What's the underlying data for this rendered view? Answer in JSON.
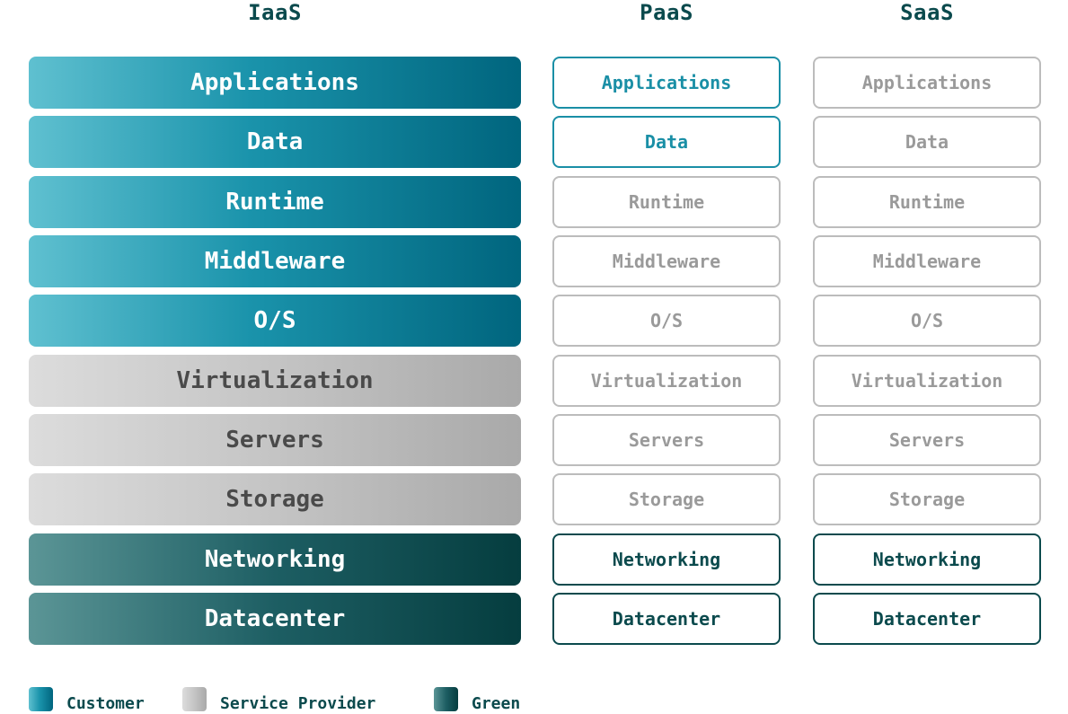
{
  "columns": [
    {
      "title": "IaaS",
      "style": "filled",
      "layers": [
        {
          "label": "Applications",
          "type": "customer"
        },
        {
          "label": "Data",
          "type": "customer"
        },
        {
          "label": "Runtime",
          "type": "customer"
        },
        {
          "label": "Middleware",
          "type": "customer"
        },
        {
          "label": "O/S",
          "type": "customer"
        },
        {
          "label": "Virtualization",
          "type": "provider"
        },
        {
          "label": "Servers",
          "type": "provider"
        },
        {
          "label": "Storage",
          "type": "provider"
        },
        {
          "label": "Networking",
          "type": "green"
        },
        {
          "label": "Datacenter",
          "type": "green"
        }
      ]
    },
    {
      "title": "PaaS",
      "style": "outline",
      "layers": [
        {
          "label": "Applications",
          "type": "customer"
        },
        {
          "label": "Data",
          "type": "customer"
        },
        {
          "label": "Runtime",
          "type": "provider"
        },
        {
          "label": "Middleware",
          "type": "provider"
        },
        {
          "label": "O/S",
          "type": "provider"
        },
        {
          "label": "Virtualization",
          "type": "provider"
        },
        {
          "label": "Servers",
          "type": "provider"
        },
        {
          "label": "Storage",
          "type": "provider"
        },
        {
          "label": "Networking",
          "type": "green"
        },
        {
          "label": "Datacenter",
          "type": "green"
        }
      ]
    },
    {
      "title": "SaaS",
      "style": "outline",
      "layers": [
        {
          "label": "Applications",
          "type": "provider"
        },
        {
          "label": "Data",
          "type": "provider"
        },
        {
          "label": "Runtime",
          "type": "provider"
        },
        {
          "label": "Middleware",
          "type": "provider"
        },
        {
          "label": "O/S",
          "type": "provider"
        },
        {
          "label": "Virtualization",
          "type": "provider"
        },
        {
          "label": "Servers",
          "type": "provider"
        },
        {
          "label": "Storage",
          "type": "provider"
        },
        {
          "label": "Networking",
          "type": "green"
        },
        {
          "label": "Datacenter",
          "type": "green"
        }
      ]
    }
  ],
  "legend": [
    {
      "label": "Customer",
      "type": "customer"
    },
    {
      "label": "Service Provider",
      "type": "provider"
    },
    {
      "label": "Green",
      "type": "green"
    }
  ],
  "colors": {
    "customer": "#1a93ab",
    "provider": "#c4c4c4",
    "green": "#0b4a4d",
    "title": "#0b4a4d"
  }
}
